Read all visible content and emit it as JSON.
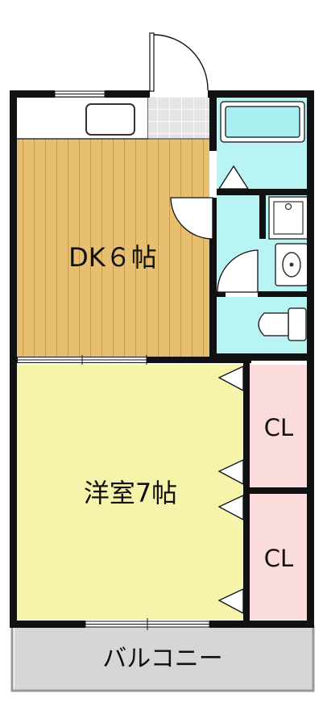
{
  "rooms": {
    "dk": {
      "label": "DK６帖"
    },
    "western": {
      "label": "洋室7帖"
    },
    "closet_upper": {
      "label": "CL"
    },
    "closet_lower": {
      "label": "CL"
    },
    "balcony": {
      "label": "バルコニー"
    }
  },
  "colors": {
    "wall": "#111111",
    "wood_floor": "#e6c070",
    "wood_stripe": "#c99b48",
    "western_floor": "#f6f3aa",
    "wet_area": "#b9f4f4",
    "closet": "#fadcdc",
    "balcony": "#d6d6d6",
    "counter": "#ffffff",
    "tile": "#e4e4e4"
  }
}
